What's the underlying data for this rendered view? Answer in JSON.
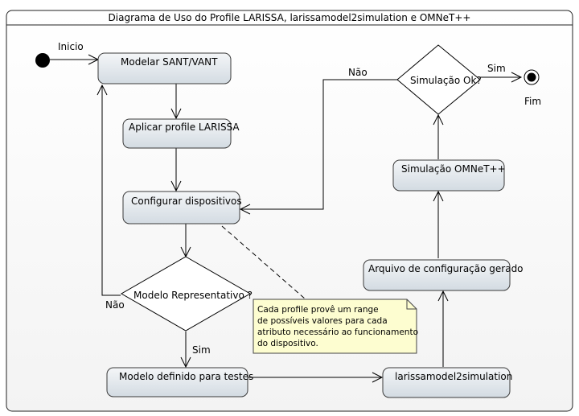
{
  "diagram": {
    "title": "Diagrama de Uso do Profile LARISSA, larissamodel2simulation e OMNeT++",
    "nodes": {
      "modelar": "Modelar SANT/VANT",
      "aplicar": "Aplicar profile LARISSA",
      "configurar": "Configurar dispositivos",
      "modelo_representativo": "Modelo Representativo ?",
      "modelo_definido": "Modelo definido para testes",
      "larissamodel2simulation": "larissamodel2simulation",
      "arquivo_config": "Arquivo de configuração gerado",
      "simulacao_omnet": "Simulação OMNeT++",
      "simulacao_ok": "Simulação Ok?"
    },
    "labels": {
      "inicio": "Inicio",
      "fim": "Fim",
      "nao_representativo": "Não",
      "sim_representativo": "Sim",
      "nao_simulacao": "Não",
      "sim_simulacao": "Sim"
    },
    "note": {
      "lines": [
        "Cada profile provê um range",
        "de possíveis valores para cada",
        "atributo necessário ao funcionamento",
        "do dispositivo."
      ]
    }
  }
}
